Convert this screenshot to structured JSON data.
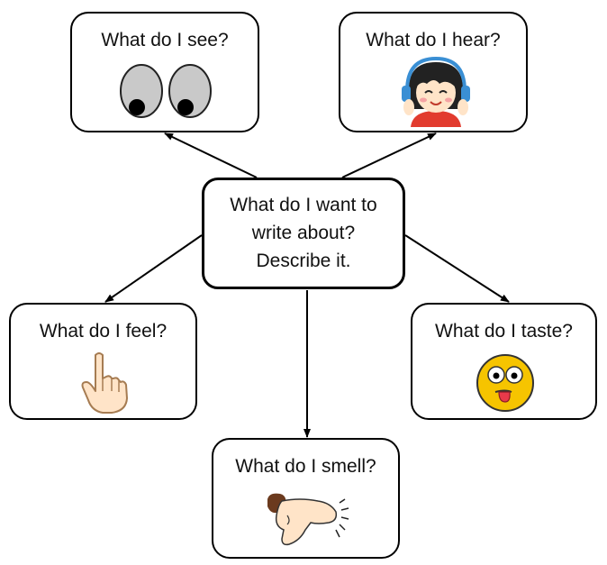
{
  "center": {
    "lines": [
      "What do I want to",
      "write about?",
      "Describe it."
    ]
  },
  "nodes": {
    "see": {
      "label": "What do I see?",
      "icon": "eyes-icon"
    },
    "hear": {
      "label": "What do I hear?",
      "icon": "girl-with-headphones-icon"
    },
    "feel": {
      "label": "What do I feel?",
      "icon": "pointing-hand-icon"
    },
    "taste": {
      "label": "What do I taste?",
      "icon": "tongue-out-face-icon"
    },
    "smell": {
      "label": "What do I smell?",
      "icon": "sniffing-nose-icon"
    }
  },
  "colors": {
    "line": "#000000",
    "eye": "#c9c9c9",
    "skin": "#ffe4c8",
    "headphones": "#3a8fd4",
    "shirt": "#e23b2e",
    "smiley": "#f6c400",
    "tongue": "#e83a4a"
  }
}
